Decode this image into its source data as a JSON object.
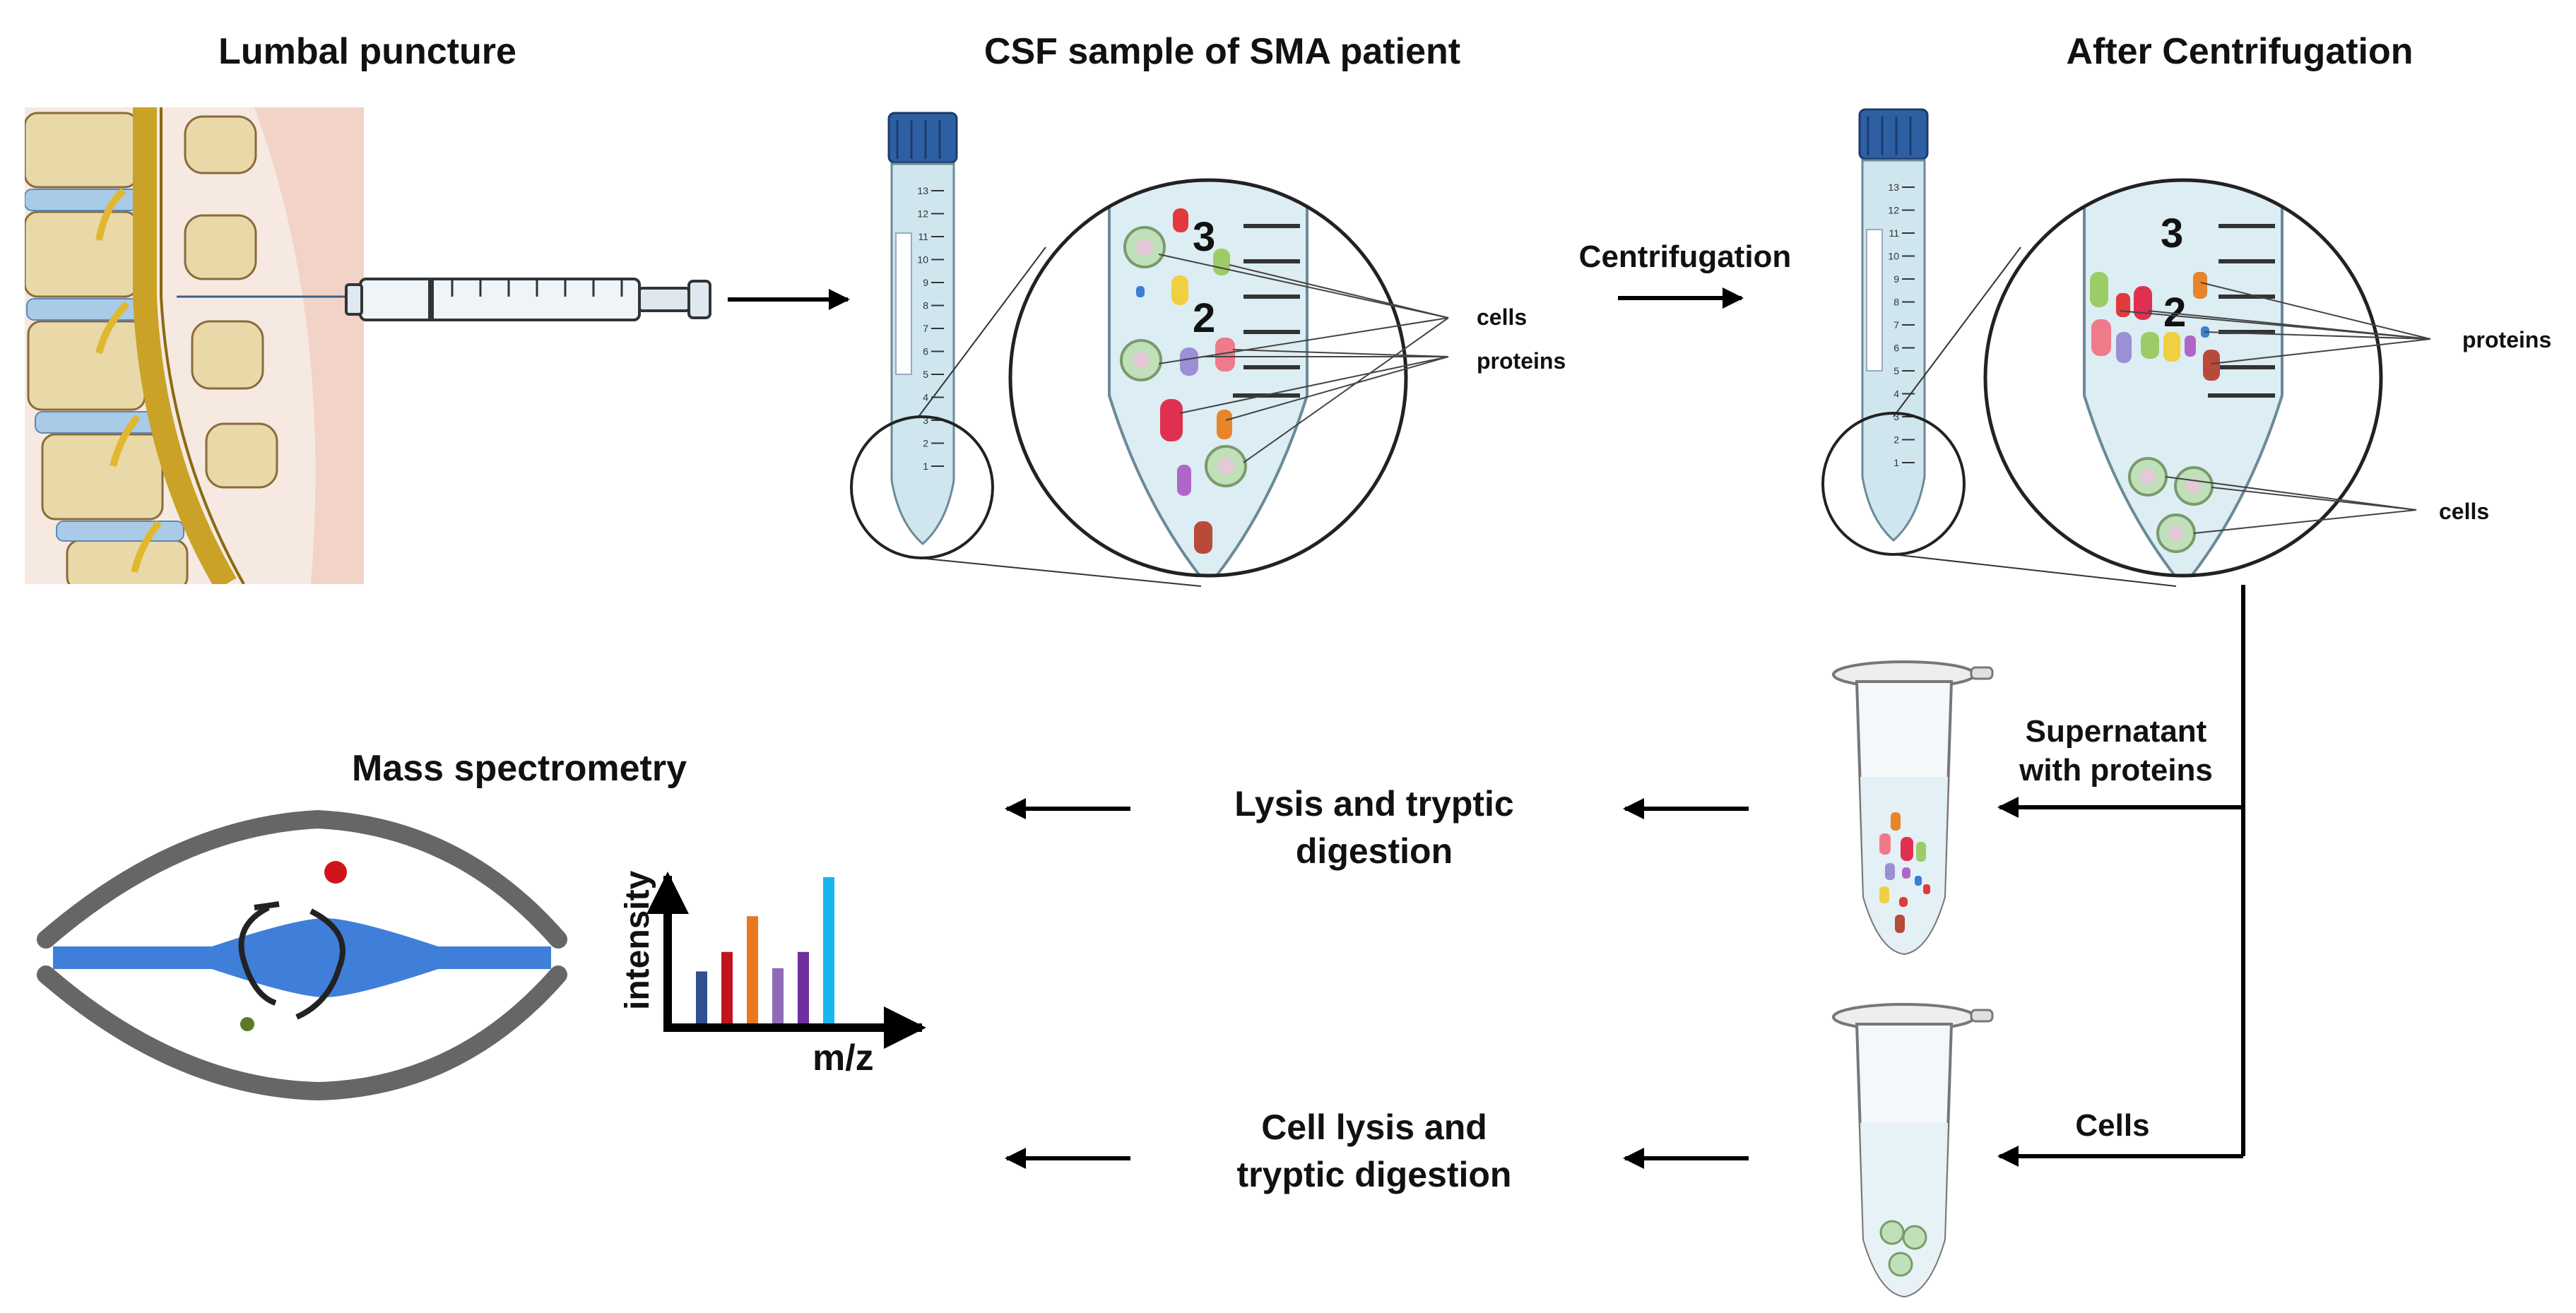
{
  "titles": {
    "lumbal_puncture": "Lumbal puncture",
    "csf_sample": "CSF sample of SMA patient",
    "after_centrifugation": "After Centrifugation",
    "mass_spectrometry": "Mass spectrometry"
  },
  "steps": {
    "centrifugation": "Centrifugation",
    "supernatant_line1": "Supernatant",
    "supernatant_line2": "with proteins",
    "cells": "Cells",
    "lysis_line1": "Lysis and tryptic",
    "lysis_line2": "digestion",
    "cell_lysis_line1": "Cell lysis and",
    "cell_lysis_line2": "tryptic digestion"
  },
  "callouts": {
    "cells": "cells",
    "proteins": "proteins"
  },
  "tube_marks": {
    "big_three": "3",
    "big_two": "2",
    "scale": [
      "13",
      "12",
      "11",
      "10",
      "9",
      "8",
      "7",
      "6",
      "5",
      "4",
      "3",
      "2",
      "1"
    ]
  },
  "spectrum": {
    "ylabel": "intensity",
    "xlabel": "m/z",
    "bars": [
      {
        "value": 0.32,
        "color": "#2f4f8f"
      },
      {
        "value": 0.44,
        "color": "#c0141c"
      },
      {
        "value": 0.66,
        "color": "#e8781e"
      },
      {
        "value": 0.34,
        "color": "#8e6bb8"
      },
      {
        "value": 0.44,
        "color": "#6f2f9f"
      },
      {
        "value": 0.9,
        "color": "#19b5f0"
      }
    ]
  },
  "colors": {
    "tube_cap": "#2e5fa3",
    "tube_fluid": "#cfe6ef",
    "ion_blue": "#3f7fd9",
    "trap_gray": "#666666",
    "ion_red": "#d0141c",
    "ion_green": "#5a7a2a",
    "cell": "#bfe0b9",
    "spine_bone": "#e9d9a8",
    "disc": "#a9cbe8",
    "nerve": "#c9a227"
  }
}
